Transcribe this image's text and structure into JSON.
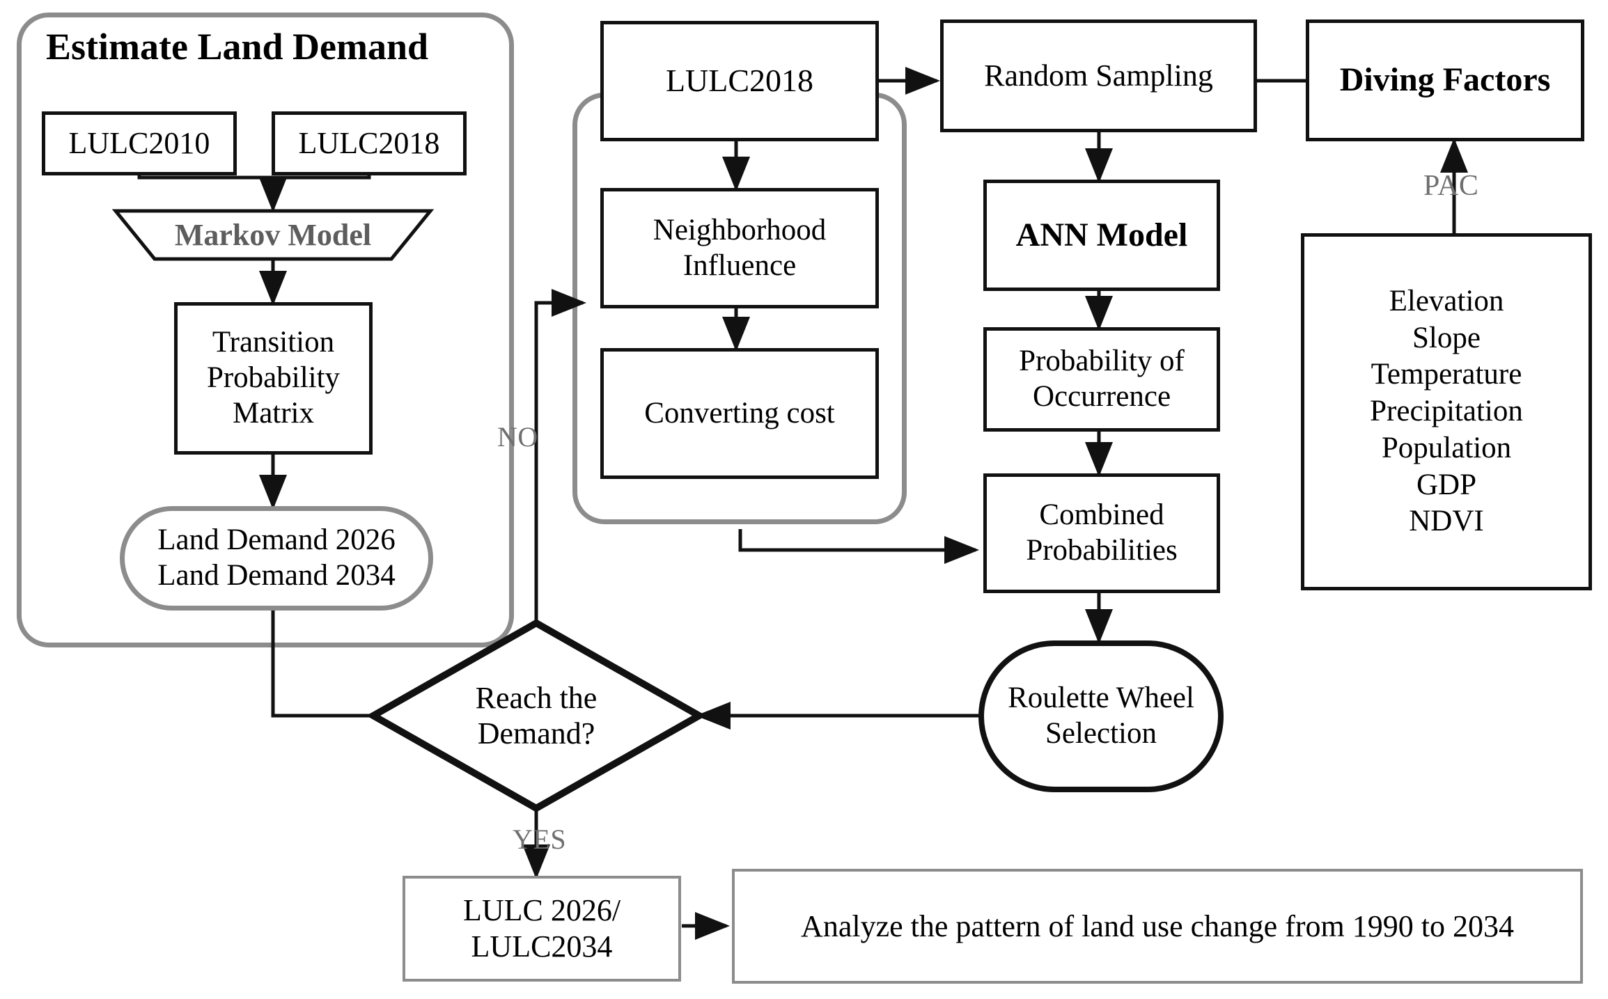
{
  "figure": {
    "type": "flowchart",
    "description": "ANN-CA land use / land cover simulation workflow"
  },
  "groups": {
    "estimate_land_demand": {
      "title": "Estimate Land Demand"
    },
    "ca_transition_rules": {
      "title": ""
    }
  },
  "nodes": {
    "lulc2010": {
      "label": "LULC2010"
    },
    "lulc2018_left": {
      "label": "LULC2018"
    },
    "markov_model": {
      "label": "Markov Model"
    },
    "transition_matrix": {
      "label": "Transition\nProbability\nMatrix"
    },
    "land_demand": {
      "line1": "Land Demand 2026",
      "line2": "Land Demand 2034"
    },
    "lulc2018_mid": {
      "label": "LULC2018"
    },
    "neighborhood_influence": {
      "line1": "Neighborhood",
      "line2": "Influence"
    },
    "converting_cost": {
      "label": "Converting cost"
    },
    "random_sampling": {
      "label": "Random Sampling"
    },
    "ann_model": {
      "label": "ANN Model"
    },
    "probability_occurrence": {
      "line1": "Probability of",
      "line2": "Occurrence"
    },
    "combined_probabilities": {
      "line1": "Combined",
      "line2": "Probabilities"
    },
    "roulette_wheel": {
      "line1": "Roulette Wheel",
      "line2": "Selection"
    },
    "reach_demand": {
      "line1": "Reach the",
      "line2": "Demand?"
    },
    "lulc_output": {
      "line1": "LULC 2026/",
      "line2": "LULC2034"
    },
    "analysis": {
      "label": "Analyze the pattern of land use change from 1990 to 2034"
    },
    "driving_factors": {
      "label": "Diving Factors"
    },
    "factors_list": {
      "items": [
        "Elevation",
        "Slope",
        "Temperature",
        "Precipitation",
        "Population",
        "GDP",
        "NDVI"
      ]
    }
  },
  "edge_labels": {
    "no": "NO",
    "yes": "YES",
    "pac": "PAC"
  },
  "colors": {
    "stroke_black": "#111111",
    "stroke_gray": "#8c8c8c",
    "text_black": "#000000",
    "text_gray": "#6f6f6f",
    "background": "#ffffff"
  }
}
